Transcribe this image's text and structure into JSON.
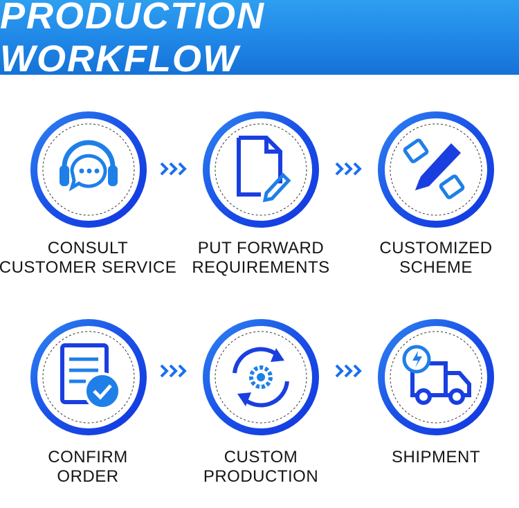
{
  "header": {
    "title": "PRODUCTION  WORKFLOW"
  },
  "colors": {
    "header_top": "#2e9ff0",
    "header_bottom": "#1572d6",
    "ring_dark": "#1236e0",
    "ring_light": "#2d7df0",
    "icon_blue": "#1e7fe8",
    "icon_dark": "#1a3fe0"
  },
  "steps": [
    {
      "icon": "headset-chat-icon",
      "label_lines": [
        "CONSULT",
        "CUSTOMER SERVICE"
      ]
    },
    {
      "icon": "document-edit-icon",
      "label_lines": [
        "PUT FORWARD",
        "REQUIREMENTS"
      ]
    },
    {
      "icon": "pencil-ruler-icon",
      "label_lines": [
        "CUSTOMIZED",
        "SCHEME"
      ]
    },
    {
      "icon": "order-check-icon",
      "label_lines": [
        "CONFIRM",
        "ORDER"
      ]
    },
    {
      "icon": "gear-cycle-icon",
      "label_lines": [
        "CUSTOM",
        "PRODUCTION"
      ]
    },
    {
      "icon": "delivery-truck-icon",
      "label_lines": [
        "SHIPMENT"
      ]
    }
  ]
}
